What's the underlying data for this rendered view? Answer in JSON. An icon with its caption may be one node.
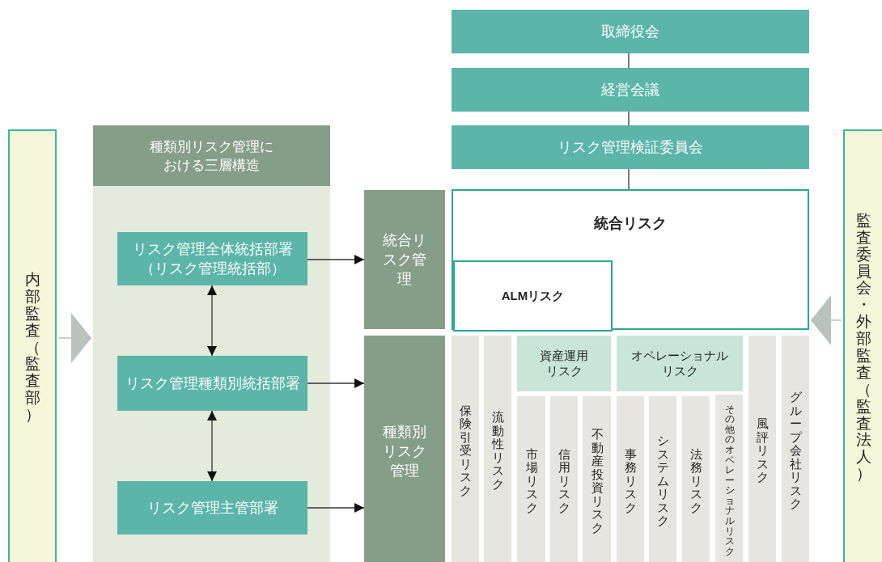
{
  "diagram": {
    "nodes": [
      {
        "text": [
          "取締役会"
        ]
      },
      {
        "text": [
          "経営会議"
        ]
      },
      {
        "text": [
          "リスク管理検証委員会"
        ]
      },
      {
        "text": [
          "内部監査（監査部）"
        ]
      },
      {
        "text": [
          "種類別リスク管理における三層構造"
        ]
      },
      {
        "text": [
          "リスク管理全体統括部署（リスク管理統括部）"
        ],
        "in": 4
      },
      {
        "text": [
          "リスク管理種類別統括部署"
        ],
        "in": 4
      },
      {
        "text": [
          "リスク管理主管部署"
        ],
        "in": 4
      },
      {
        "text": [
          "統合リスク管理"
        ]
      },
      {
        "text": [
          "統合リスク"
        ]
      },
      {
        "text": [
          "ALMリスク"
        ],
        "in": 9
      },
      {
        "text": [
          "種類別リスク管理"
        ]
      },
      {
        "text": [
          "保険引受リスク"
        ]
      },
      {
        "text": [
          "流動性リスク"
        ]
      },
      {
        "text": [
          "資産運用リスク"
        ]
      },
      {
        "text": [
          "市場リスク"
        ]
      },
      {
        "text": [
          "信用リスク"
        ]
      },
      {
        "text": [
          "不動産投資リスク"
        ]
      },
      {
        "text": [
          "オペレーショナルリスク"
        ]
      },
      {
        "text": [
          "事務リスク"
        ]
      },
      {
        "text": [
          "システムリスク"
        ]
      },
      {
        "text": [
          "法務リスク"
        ]
      },
      {
        "text": [
          "その他のオペレーショナルリスク"
        ]
      },
      {
        "text": [
          "風評リスク"
        ]
      },
      {
        "text": [
          "グループ会社リスク"
        ]
      },
      {
        "text": [
          "監査委員会・外部監査（監査法人）"
        ]
      }
    ],
    "edges": [
      {
        "from": 0,
        "to": 1,
        "arrow": "none"
      },
      {
        "from": 1,
        "to": 2,
        "arrow": "none"
      },
      {
        "from": 2,
        "to": 9,
        "arrow": "none"
      },
      {
        "from": 5,
        "to": 6,
        "arrow": "both"
      },
      {
        "from": 6,
        "to": 7,
        "arrow": "both"
      },
      {
        "from": 5,
        "to": 8,
        "arrow": "to"
      },
      {
        "from": 6,
        "to": 11,
        "arrow": "to"
      },
      {
        "from": 7,
        "to": 11,
        "arrow": "to"
      },
      {
        "from": 3,
        "to": 4,
        "arrow": "to",
        "color": "#b9c2bd"
      },
      {
        "from": 25,
        "to": 9,
        "arrow": "to",
        "color": "#b9c2bd"
      }
    ]
  }
}
